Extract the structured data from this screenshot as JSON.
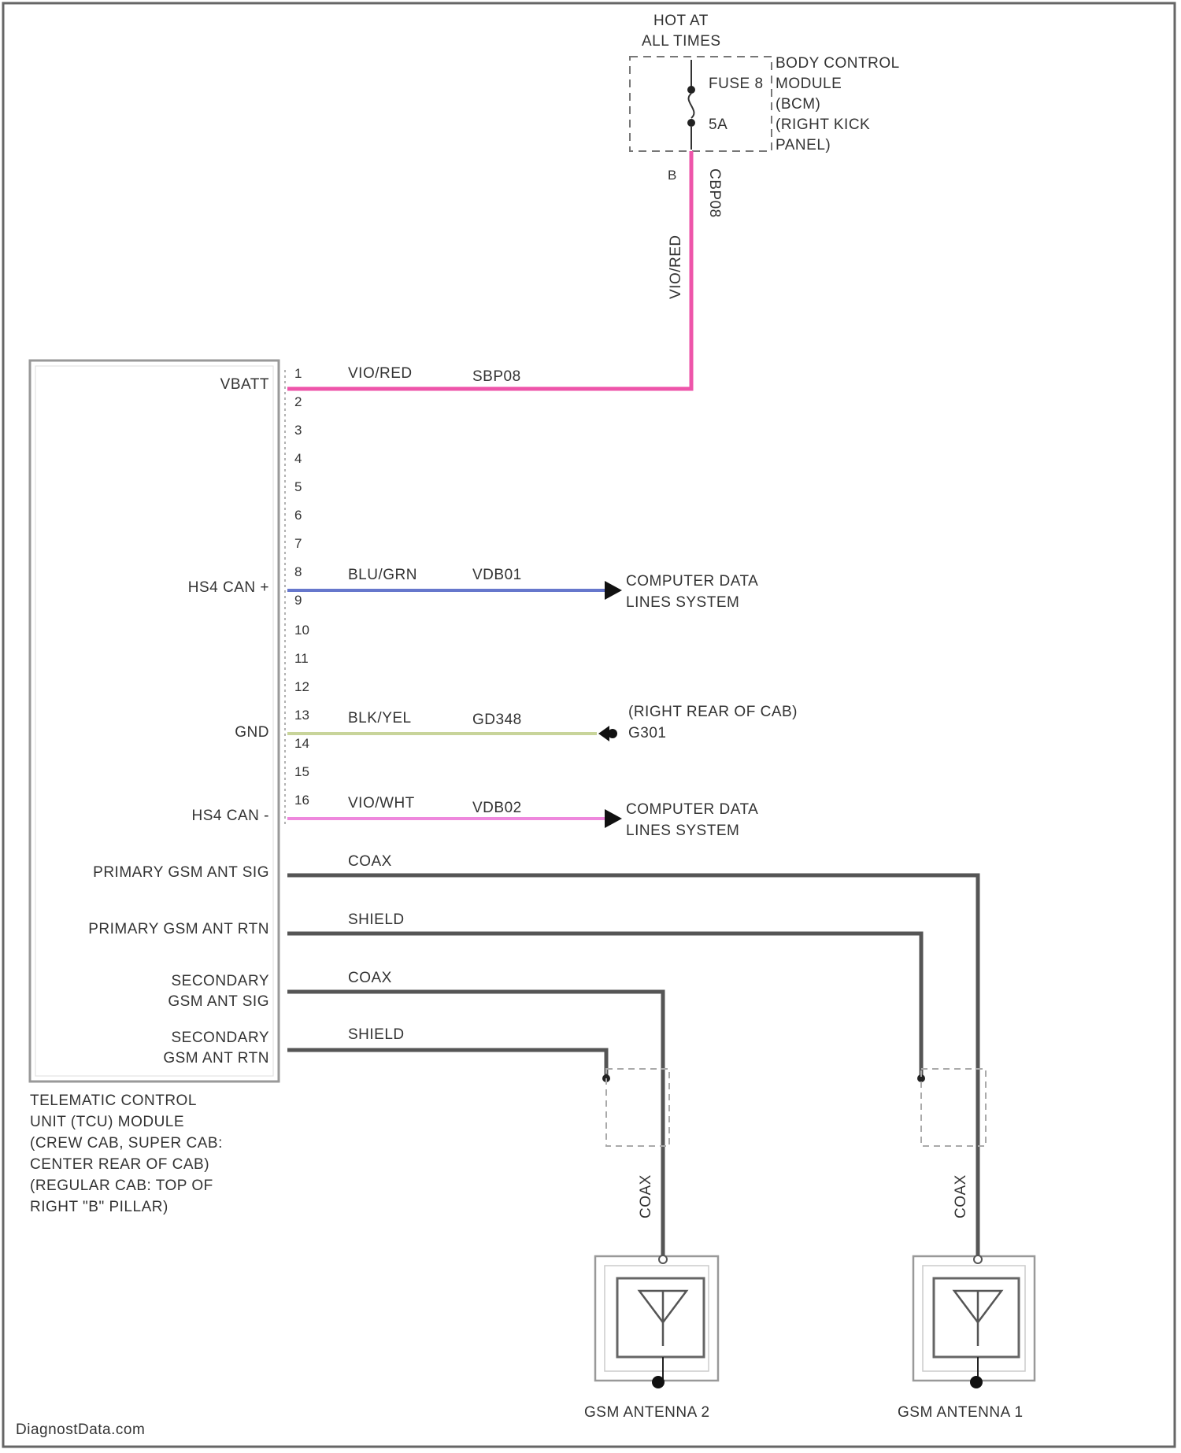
{
  "fuse_box": {
    "hot_label_1": "HOT AT",
    "hot_label_2": "ALL TIMES",
    "fuse_name": "FUSE 8",
    "fuse_rating": "5A",
    "module_lines": [
      "BODY CONTROL",
      "MODULE",
      "(BCM)",
      "(RIGHT KICK",
      "PANEL)"
    ],
    "output_pin": "B",
    "wire_color_vertical": "VIO/RED",
    "circuit_vertical": "CBP08"
  },
  "tcu": {
    "pin_labels": {
      "vbatt": "VBATT",
      "hs4_can_plus": "HS4 CAN +",
      "gnd": "GND",
      "hs4_can_minus": "HS4 CAN -",
      "primary_sig": "PRIMARY GSM ANT SIG",
      "primary_rtn": "PRIMARY GSM ANT RTN",
      "secondary_sig_1": "SECONDARY",
      "secondary_sig_2": "GSM ANT SIG",
      "secondary_rtn_1": "SECONDARY",
      "secondary_rtn_2": "GSM ANT RTN"
    },
    "pin_numbers": [
      "1",
      "2",
      "3",
      "4",
      "5",
      "6",
      "7",
      "8",
      "9",
      "10",
      "11",
      "12",
      "13",
      "14",
      "15",
      "16"
    ],
    "description_lines": [
      "TELEMATIC CONTROL",
      "UNIT (TCU) MODULE",
      "(CREW CAB, SUPER CAB:",
      "CENTER REAR OF CAB)",
      "(REGULAR CAB: TOP OF",
      "RIGHT \"B\" PILLAR)"
    ]
  },
  "wires": {
    "vbatt": {
      "color_code": "VIO/RED",
      "circuit": "SBP08",
      "draw_color": "#ee55aa"
    },
    "can_plus": {
      "color_code": "BLU/GRN",
      "circuit": "VDB01",
      "draw_color": "#6677cc",
      "destination": [
        "COMPUTER DATA",
        "LINES SYSTEM"
      ]
    },
    "gnd": {
      "color_code": "BLK/YEL",
      "circuit": "GD348",
      "draw_color": "#c8d49a",
      "destination": [
        "(RIGHT REAR OF CAB)",
        "G301"
      ]
    },
    "can_minus": {
      "color_code": "VIO/WHT",
      "circuit": "VDB02",
      "draw_color": "#ee88dd",
      "destination": [
        "COMPUTER DATA",
        "LINES SYSTEM"
      ]
    },
    "primary_sig": {
      "label": "COAX"
    },
    "primary_rtn": {
      "label": "SHIELD"
    },
    "secondary_sig": {
      "label": "COAX"
    },
    "secondary_rtn": {
      "label": "SHIELD"
    },
    "coax_vertical_left": "COAX",
    "coax_vertical_right": "COAX"
  },
  "antennas": {
    "left": "GSM ANTENNA 2",
    "right": "GSM ANTENNA 1"
  },
  "watermark": "DiagnostData.com",
  "colors": {
    "wire_dark": "#555555",
    "frame": "#888888"
  }
}
